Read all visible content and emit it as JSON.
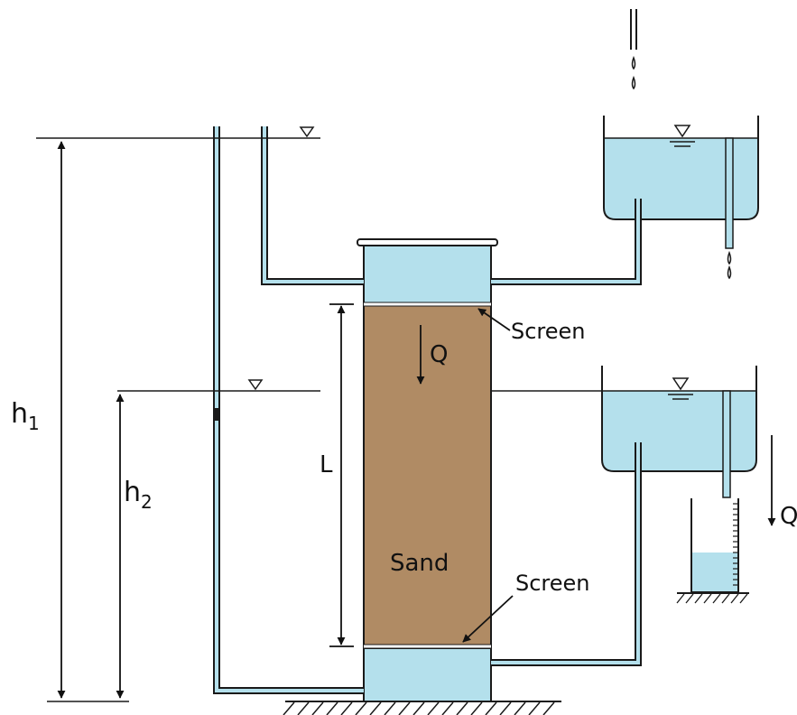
{
  "colors": {
    "water": "#b4e0ec",
    "sand": "#b08b64",
    "outline": "#1a1a1a"
  },
  "labels": {
    "h1_main": "h",
    "h1_sub": "1",
    "h2_main": "h",
    "h2_sub": "2",
    "L": "L",
    "Q_column": "Q",
    "Q_outflow": "Q",
    "sand": "Sand",
    "screen_top": "Screen",
    "screen_bottom": "Screen"
  }
}
